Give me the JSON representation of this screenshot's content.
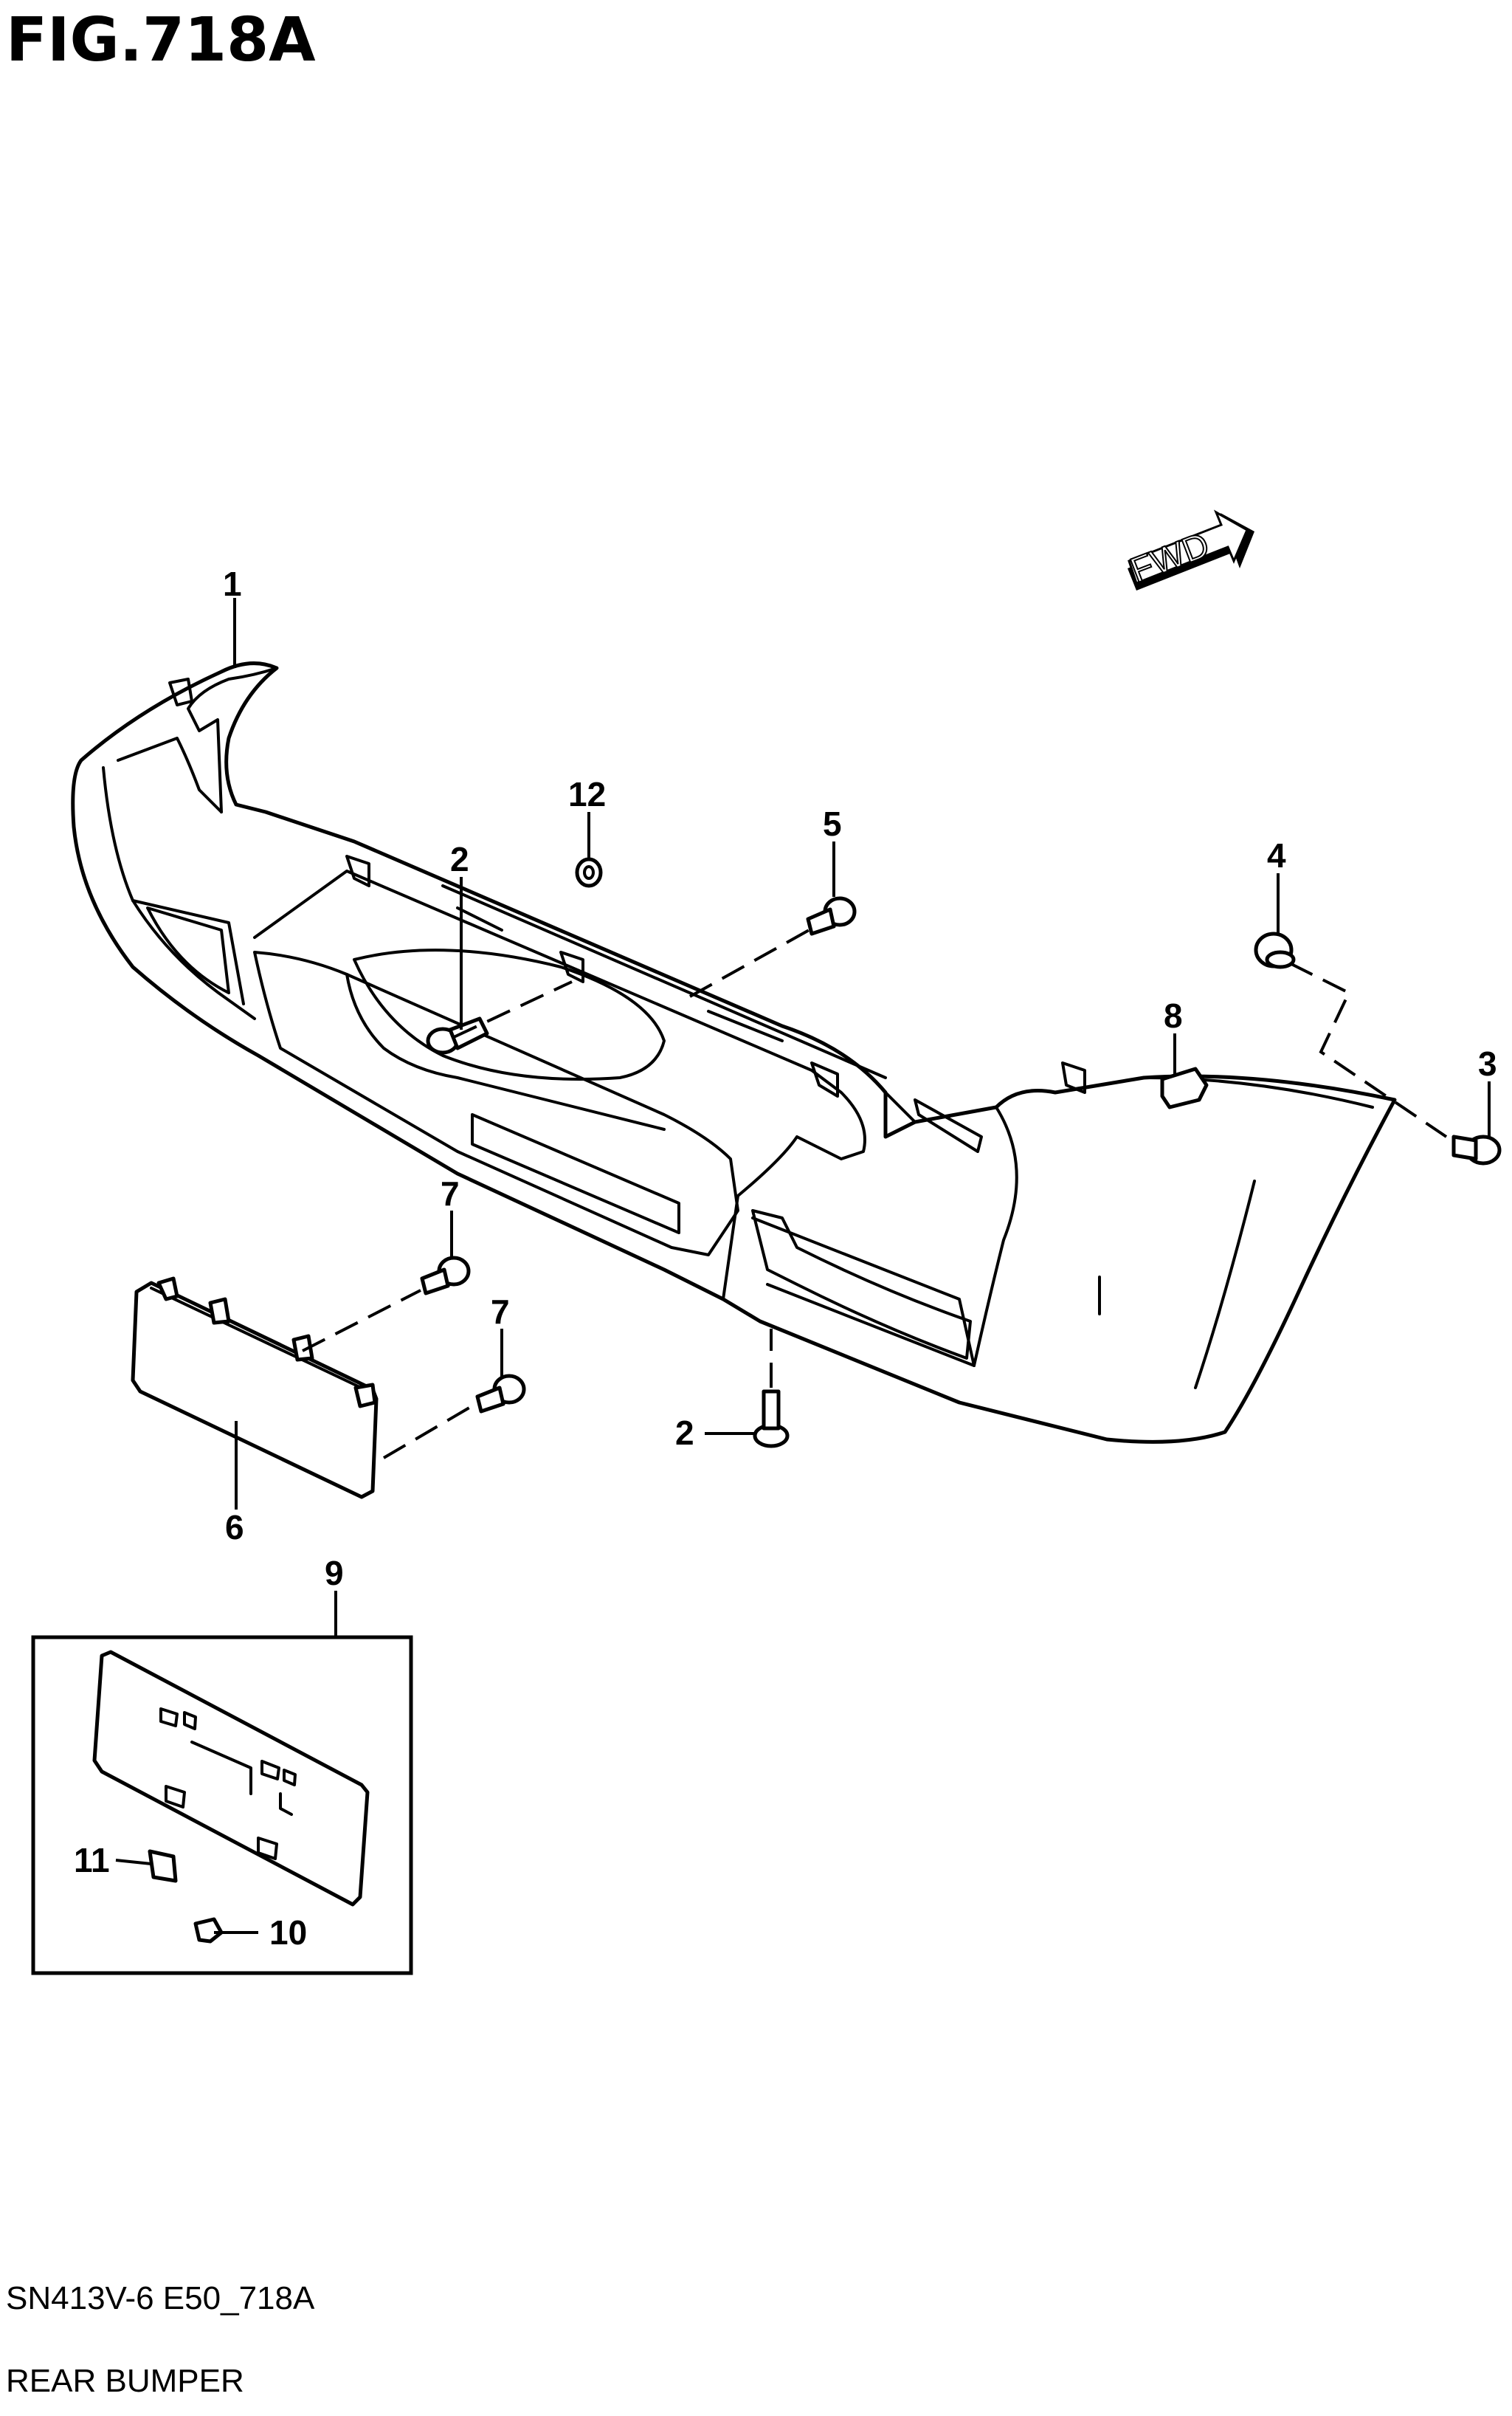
{
  "figure": {
    "title": "FIG.718A",
    "direction_label": "FWD"
  },
  "callouts": {
    "c1": "1",
    "c2a": "2",
    "c2b": "2",
    "c3": "3",
    "c4": "4",
    "c5": "5",
    "c6": "6",
    "c7a": "7",
    "c7b": "7",
    "c8": "8",
    "c9": "9",
    "c10": "10",
    "c11": "11",
    "c12": "12"
  },
  "footer": {
    "code": "SN413V-6 E50_718A",
    "caption": "REAR BUMPER"
  }
}
